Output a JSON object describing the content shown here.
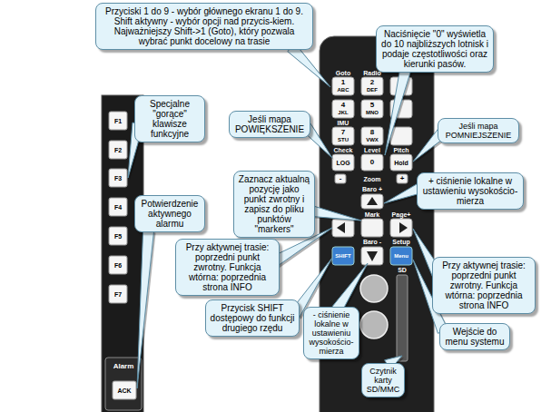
{
  "diagram": {
    "nodes": [
      {
        "text": [
          "Przyciski 1 do 9 - wybór głównego ekranu 1 do 9. Shift aktywny - wybór opcji nad przycis-kiem. Najważniejszy Shift->1 (Goto), który pozwala wybrać punkt docelowy na trasie"
        ]
      },
      {
        "text": [
          "Naciśnięcie \"0\" wyświetla do 10 najbliższych lotnisk i podaje częstotliwości oraz kierunki pasów."
        ]
      },
      {
        "text": [
          "Specjalne \"gorące\" klawisze funkcyjne"
        ]
      },
      {
        "text": [
          "Jeśli mapa POWIĘKSZENIE"
        ]
      },
      {
        "text": [
          "Jeśli mapa POMNIEJSZENIE"
        ]
      },
      {
        "text": [
          "Zaznacz aktualną pozycję jako punkt zwrotny i zapisz do pliku punktów \"markers\""
        ]
      },
      {
        "text": [
          "+ ciśnienie lokalne w ustawieniu wysokościo-mierza"
        ]
      },
      {
        "text": [
          "Potwierdzenie aktywnego alarmu"
        ]
      },
      {
        "text": [
          "Przy aktywnej trasie: poprzedni punkt zwrotny. Funkcja wtórna: poprzednia strona INFO"
        ]
      },
      {
        "text": [
          "Przy aktywnej trasie: poprzedni punkt zwrotny. Funkcja wtórna: poprzednia strona INFO"
        ]
      },
      {
        "text": [
          "Przycisk SHIFT dostępowy do funkcji drugiego rzędu"
        ]
      },
      {
        "text": [
          "- ciśnienie lokalne w ustawieniu wysokościo-mierza"
        ]
      },
      {
        "text": [
          "Wejście do menu systemu"
        ]
      },
      {
        "text": [
          "Czytnik karty SD/MMC"
        ]
      }
    ],
    "labels": [
      "Goto",
      "Radio",
      "1",
      "ABC",
      "2",
      "DEF",
      "4",
      "JKL",
      "5",
      "MNO",
      "IMU",
      "7",
      "STU",
      "8",
      "VWX",
      "Check",
      "Level",
      "Pitch",
      "LOG",
      "0",
      "Hold",
      "-",
      "Zoom",
      "+",
      "Baro +",
      "Mark",
      "Page+",
      "Baro -",
      "Setup",
      "SHIFT",
      "Menu",
      "SD",
      "F1",
      "F2",
      "F3",
      "F4",
      "F5",
      "F6",
      "F7",
      "Alarm",
      "ACK"
    ]
  }
}
